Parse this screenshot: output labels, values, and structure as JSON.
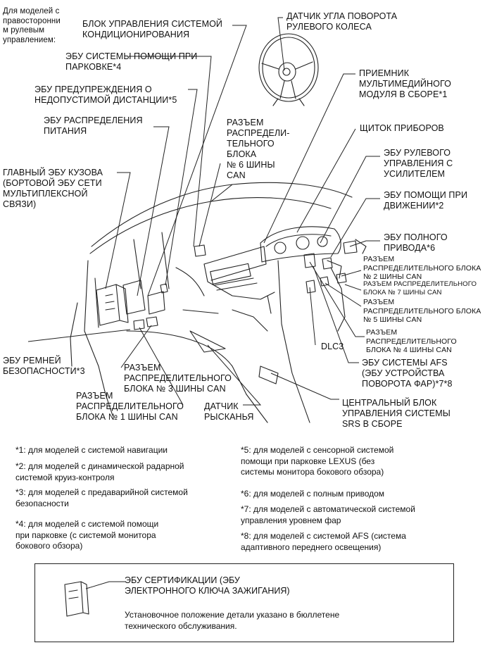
{
  "side_note": "Для моделей с\nправосторонни\nм рулевым\nуправлением:",
  "labels": {
    "hvac": "БЛОК УПРАВЛЕНИЯ СИСТЕМОЙ\nКОНДИЦИОНИРОВАНИЯ",
    "steer_sensor": "ДАТЧИК УГЛА ПОВОРОТА\nРУЛЕВОГО КОЛЕСА",
    "park_assist": "ЭБУ СИСТЕМЫ ПОМОЩИ ПРИ\nПАРКОВКЕ*4",
    "multimedia": "ПРИЕМНИК\nМУЛЬТИМЕДИЙНОГО\nМОДУЛЯ В СБОРЕ*1",
    "clearance_warn": "ЭБУ ПРЕДУПРЕЖДЕНИЯ О\nНЕДОПУСТИМОЙ ДИСТАНЦИИ*5",
    "power_dist": "ЭБУ РАСПРЕДЕЛЕНИЯ\nПИТАНИЯ",
    "can6": "РАЗЪЕМ\nРАСПРЕДЕЛИ-\nТЕЛЬНОГО\nБЛОКА\n№ 6 ШИНЫ\nCAN",
    "combination_meter": "ЩИТОК ПРИБОРОВ",
    "eps": "ЭБУ РУЛЕВОГО\nУПРАВЛЕНИЯ С\nУСИЛИТЕЛЕМ",
    "main_body": "ГЛАВНЫЙ ЭБУ КУЗОВА\n(БОРТОВОЙ ЭБУ СЕТИ\nМУЛЬТИПЛЕКСНОЙ\nСВЯЗИ)",
    "driving_support": "ЭБУ ПОМОЩИ ПРИ\nДВИЖЕНИИ*2",
    "awd": "ЭБУ ПОЛНОГО\nПРИВОДА*6",
    "can2": "РАЗЪЕМ\nРАСПРЕДЕЛИТЕЛЬНОГО БЛОКА\n№ 2 ШИНЫ CAN",
    "can7": "РАЗЪЕМ РАСПРЕДЕЛИТЕЛЬНОГО\nБЛОКА № 7 ШИНЫ CAN",
    "can5": "РАЗЪЕМ\nРАСПРЕДЕЛИТЕЛЬНОГО БЛОКА\n№ 5 ШИНЫ CAN",
    "can4": "РАЗЪЕМ\nРАСПРЕДЕЛИТЕЛЬНОГО\nБЛОКА № 4 ШИНЫ CAN",
    "seatbelt": "ЭБУ РЕМНЕЙ\nБЕЗОПАСНОСТИ*3",
    "dlc3": "DLC3",
    "afs": "ЭБУ СИСТЕМЫ AFS\n(ЭБУ УСТРОЙСТВА\nПОВОРОТА ФАР)*7*8",
    "can3": "РАЗЪЕМ\nРАСПРЕДЕЛИТЕЛЬНОГО\nБЛОКА № 3 ШИНЫ CAN",
    "can1": "РАЗЪЕМ\nРАСПРЕДЕЛИТЕЛЬНОГО\nБЛОКА № 1 ШИНЫ CAN",
    "yaw": "ДАТЧИК\nРЫСКАНЬЯ",
    "srs": "ЦЕНТРАЛЬНЫЙ БЛОК\nУПРАВЛЕНИЯ СИСТЕМЫ\nSRS В СБОРЕ"
  },
  "footnotes": {
    "n1": "*1: для моделей с системой навигации",
    "n2": "*2: для моделей с динамической радарной\nсистемой круиз-контроля",
    "n3": "*3: для моделей с предаварийной системой\nбезопасности",
    "n4": "*4: для моделей с системой помощи\nпри парковке (с системой монитора\nбокового обзора)",
    "n5": "*5: для моделей с сенсорной системой\nпомощи при парковке LEXUS (без\nсистемы монитора бокового обзора)",
    "n6": "*6: для моделей с полным приводом",
    "n7": "*7: для моделей с автоматической системой\nуправления уровнем фар",
    "n8": "*8: для моделей с системой AFS (система\nадаптивного переднего освещения)"
  },
  "certification_box": {
    "title": "ЭБУ СЕРТИФИКАЦИИ (ЭБУ\nЭЛЕКТРОННОГО КЛЮЧА ЗАЖИГАНИЯ)",
    "note": "Установочное положение детали указано в бюллетене\nтехнического обслуживания."
  }
}
